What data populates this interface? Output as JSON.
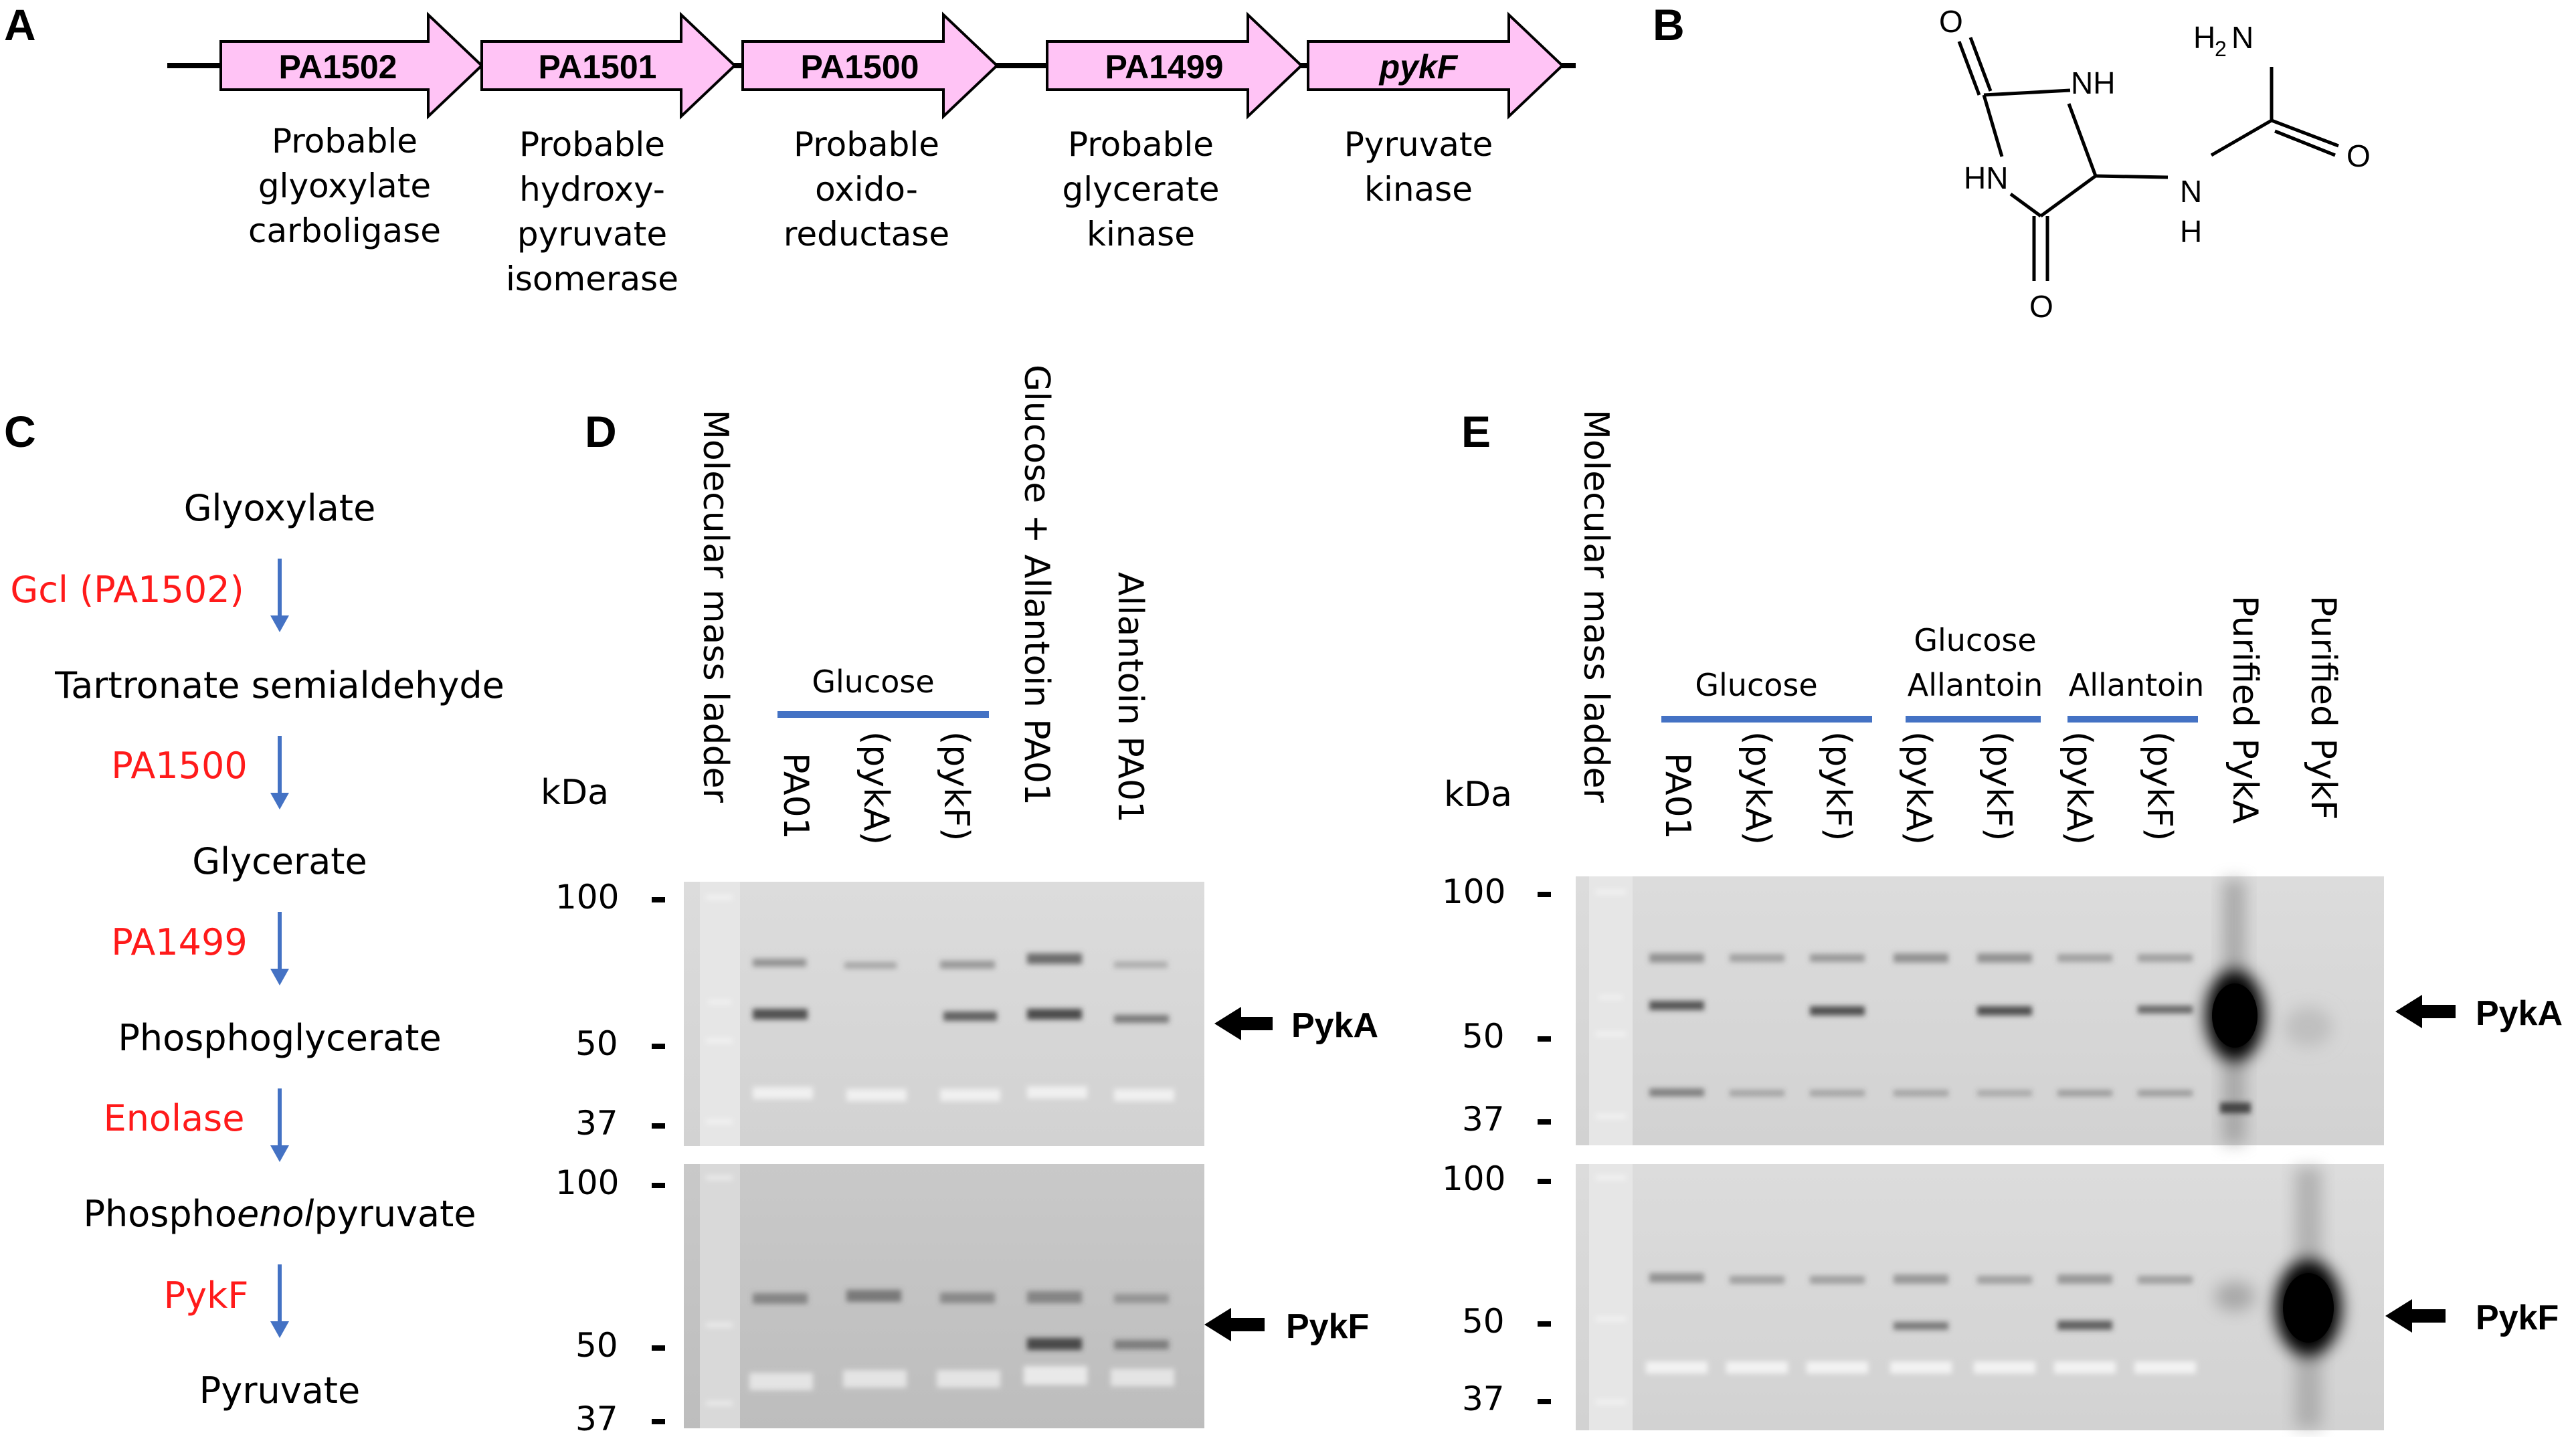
{
  "panels": {
    "A": {
      "letter": "A",
      "genes": [
        {
          "name": "PA1502",
          "italic": false,
          "desc": [
            "Probable",
            "glyoxylate",
            "carboligase"
          ]
        },
        {
          "name": "PA1501",
          "italic": false,
          "desc": [
            "Probable",
            "hydroxy-",
            "pyruvate",
            "isomerase"
          ]
        },
        {
          "name": "PA1500",
          "italic": false,
          "desc": [
            "Probable",
            "oxido-",
            "reductase"
          ]
        },
        {
          "name": "PA1499",
          "italic": false,
          "desc": [
            "Probable",
            "glycerate",
            "kinase"
          ]
        },
        {
          "name": "pykF",
          "italic": true,
          "desc": [
            "Pyruvate",
            "kinase"
          ]
        }
      ],
      "arrow_fill": "#ffc3f5"
    },
    "B": {
      "letter": "B",
      "atoms": {
        "o_top": "O",
        "nh_ring": "NH",
        "hn_ring": "HN",
        "o_bottom": "O",
        "nh2": "H",
        "nh2_sub": "2",
        "nh2_n": "N",
        "o_right": "O",
        "nh_chain_n": "N",
        "nh_chain_h": "H"
      }
    },
    "C": {
      "letter": "C",
      "compounds": [
        "Glyoxylate",
        "Tartronate semialdehyde",
        "Glycerate",
        "Phosphoglycerate",
        "Phosphoenolpyruvate",
        "Pyruvate"
      ],
      "pep_parts": [
        "Phospho",
        "enol",
        "pyruvate"
      ],
      "enzymes": [
        "Gcl (PA1502)",
        "PA1500",
        "PA1499",
        "Enolase",
        "PykF"
      ],
      "enzyme_color": "#ff1a1a",
      "arrow_color": "#4472c4"
    },
    "D": {
      "letter": "D",
      "ladder_label": "Molecular mass ladder",
      "group_label": "Glucose",
      "lanes": [
        "PA01",
        "(pykA)",
        "(pykF)",
        "Glucose + Allantoin PA01",
        "Allantoin PA01"
      ],
      "kda": "kDa",
      "top_markers": [
        "100",
        "50",
        "37"
      ],
      "bottom_markers": [
        "100",
        "50",
        "37"
      ],
      "top_protein": "PykA",
      "bottom_protein": "PykF"
    },
    "E": {
      "letter": "E",
      "ladder_label": "Molecular mass ladder",
      "groups": [
        {
          "lines": [
            "Glucose"
          ]
        },
        {
          "lines": [
            "Glucose",
            "Allantoin"
          ]
        },
        {
          "lines": [
            "Allantoin"
          ]
        }
      ],
      "lanes": [
        "PA01",
        "(pykA)",
        "(pykF)",
        "(pykA)",
        "(pykF)",
        "(pykA)",
        "(pykF)",
        "Purified PykA",
        "Purified PykF"
      ],
      "kda": "kDa",
      "top_markers": [
        "100",
        "50",
        "37"
      ],
      "bottom_markers": [
        "100",
        "50",
        "37"
      ],
      "top_protein": "PykA",
      "bottom_protein": "PykF"
    }
  },
  "colors": {
    "group_bar": "#4472c4",
    "blot_bg": "#d9d9d9"
  }
}
